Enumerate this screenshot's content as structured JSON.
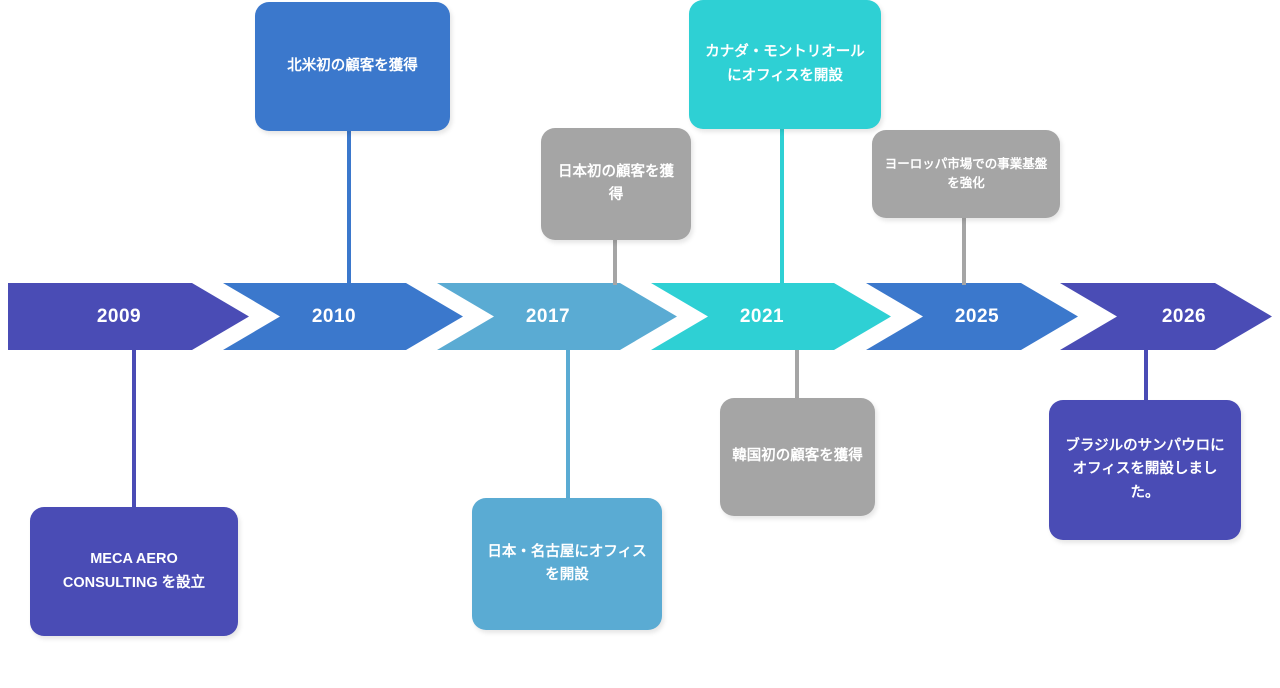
{
  "diagram": {
    "title": "company-history-timeline",
    "palette": {
      "purple": "#4a4cb5",
      "blue": "#3b78cc",
      "light_blue": "#5aabd3",
      "teal": "#2ed0d4",
      "gray": "#a5a5a5",
      "background": "#ffffff",
      "text_on_fill": "#ffffff"
    }
  },
  "milestones": [
    {
      "year": "2009",
      "arrow_color": "#4a4cb5",
      "card": {
        "text": "MECA AERO CONSULTING を設立",
        "color": "#4a4cb5",
        "position": "below",
        "text_size": "normal"
      }
    },
    {
      "year": "2010",
      "arrow_color": "#3b78cc",
      "card": {
        "text": "北米初の顧客を獲得",
        "color": "#3b78cc",
        "position": "above",
        "text_size": "normal"
      }
    },
    {
      "year": "2017",
      "arrow_color": "#5aabd3",
      "card": {
        "text": "日本・名古屋にオフィスを開設",
        "color": "#5aabd3",
        "position": "below",
        "text_size": "normal"
      },
      "extra_card": {
        "text": "日本初の顧客を獲得",
        "color": "#a5a5a5",
        "position": "above",
        "text_size": "normal"
      }
    },
    {
      "year": "2021",
      "arrow_color": "#2ed0d4",
      "card": {
        "text": "カナダ・モントリオールにオフィスを開設",
        "color": "#2ed0d4",
        "position": "above",
        "text_size": "normal"
      },
      "extra_card": {
        "text": "韓国初の顧客を獲得",
        "color": "#a5a5a5",
        "position": "below",
        "text_size": "normal"
      }
    },
    {
      "year": "2025",
      "arrow_color": "#3b78cc",
      "card": {
        "text": "ヨーロッパ市場での事業基盤を強化",
        "color": "#a5a5a5",
        "position": "above",
        "text_size": "small"
      }
    },
    {
      "year": "2026",
      "arrow_color": "#4a4cb5",
      "card": {
        "text": "ブラジルのサンパウロにオフィスを開設しました。",
        "color": "#4a4cb5",
        "position": "below",
        "text_size": "normal"
      }
    }
  ]
}
